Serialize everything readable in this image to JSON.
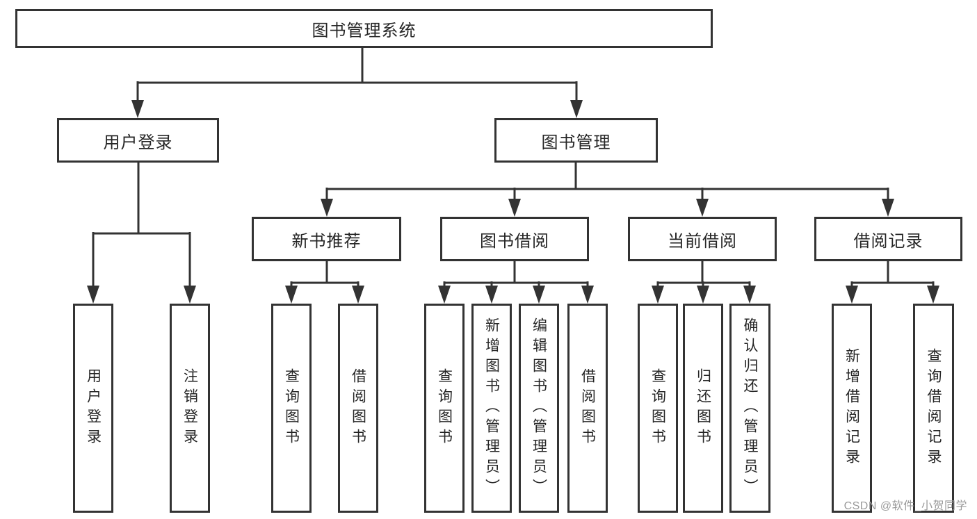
{
  "diagram": {
    "type": "function-structure-tree",
    "watermark": "CSDN @软件_小贺同学",
    "colors": {
      "line": "#333333",
      "box_border": "#333333",
      "background": "#ffffff",
      "watermark": "#9a9a9a"
    },
    "hierarchy": {
      "label": "图书管理系统",
      "children": [
        {
          "label": "用户登录",
          "children": [
            {
              "label": "用户登录"
            },
            {
              "label": "注销登录"
            }
          ]
        },
        {
          "label": "图书管理",
          "children": [
            {
              "label": "新书推荐",
              "children": [
                {
                  "label": "查询图书"
                },
                {
                  "label": "借阅图书"
                }
              ]
            },
            {
              "label": "图书借阅",
              "children": [
                {
                  "label": "查询图书"
                },
                {
                  "label": "新增图书（管理员）"
                },
                {
                  "label": "编辑图书（管理员）"
                },
                {
                  "label": "借阅图书"
                }
              ]
            },
            {
              "label": "当前借阅",
              "children": [
                {
                  "label": "查询图书"
                },
                {
                  "label": "归还图书"
                },
                {
                  "label": "确认归还（管理员）"
                }
              ]
            },
            {
              "label": "借阅记录",
              "children": [
                {
                  "label": "新增借阅记录"
                },
                {
                  "label": "查询借阅记录"
                }
              ]
            }
          ]
        }
      ]
    }
  }
}
